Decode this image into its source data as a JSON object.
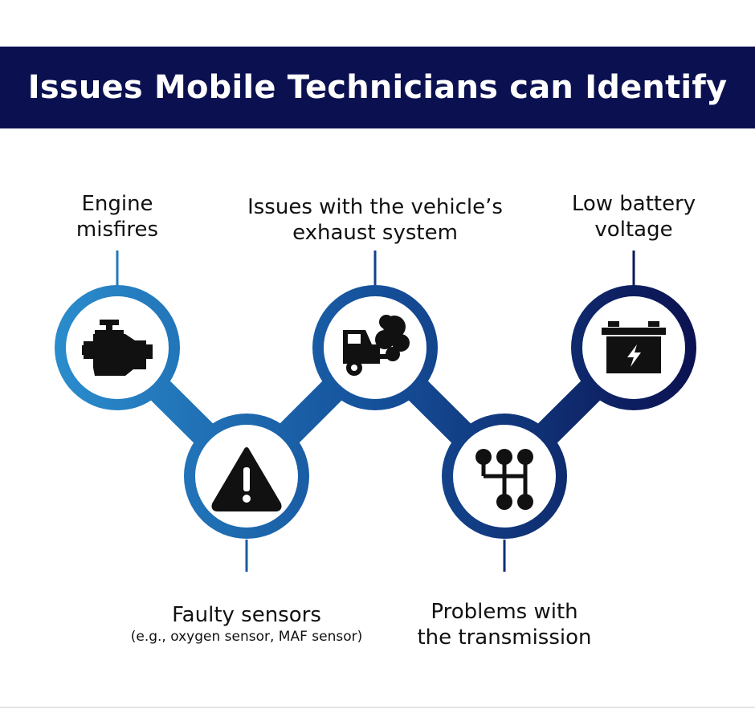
{
  "header": {
    "title": "Issues Mobile Technicians can Identify"
  },
  "steps": [
    {
      "lines": [
        "Engine",
        "misfires"
      ],
      "icon": "engine-icon",
      "color": "#1f7ab8"
    },
    {
      "lines": [
        "Faulty sensors"
      ],
      "sub": "(e.g., oxygen sensor, MAF sensor)",
      "icon": "warning-triangle-icon",
      "color": "#175c9c"
    },
    {
      "lines": [
        "Issues with the vehicle’s",
        "exhaust system"
      ],
      "icon": "car-exhaust-icon",
      "color": "#12418a"
    },
    {
      "lines": [
        "Problems with",
        "the transmission"
      ],
      "icon": "gear-shifter-icon",
      "color": "#0f2d75"
    },
    {
      "lines": [
        "Low battery",
        "voltage"
      ],
      "icon": "battery-icon",
      "color": "#0b1a5c"
    }
  ],
  "colors": {
    "banner": "#0b1150",
    "gradient_start": "#2a8ccc",
    "gradient_end": "#0b1150",
    "icon": "#111111"
  }
}
